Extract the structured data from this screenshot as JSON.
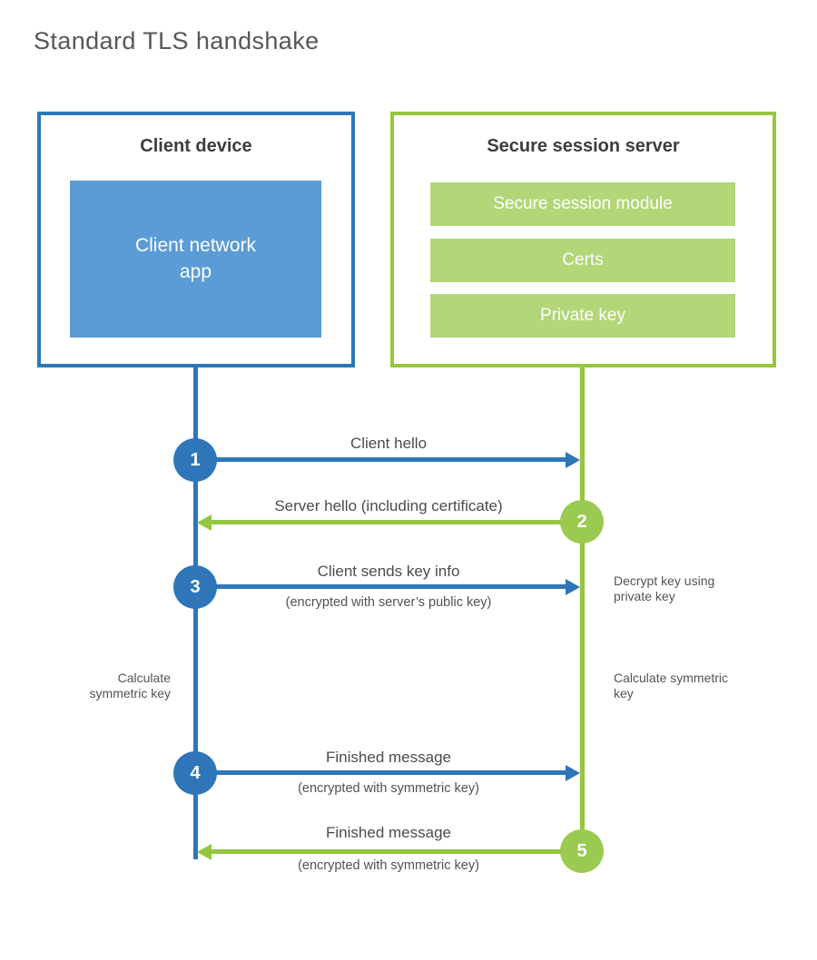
{
  "title": "Standard TLS handshake",
  "client": {
    "heading": "Client device",
    "app_label": "Client network app"
  },
  "server": {
    "heading": "Secure session server",
    "modules": [
      "Secure session module",
      "Certs",
      "Private key"
    ]
  },
  "steps": [
    {
      "num": "1",
      "label": "Client hello",
      "sub": ""
    },
    {
      "num": "2",
      "label": "Server hello (including certificate)",
      "sub": ""
    },
    {
      "num": "3",
      "label": "Client sends key info",
      "sub": "(encrypted with server’s public key)"
    },
    {
      "num": "4",
      "label": "Finished message",
      "sub": "(encrypted with symmetric key)"
    },
    {
      "num": "5",
      "label": "Finished message",
      "sub": "(encrypted with symmetric key)"
    }
  ],
  "notes": {
    "decrypt": "Decrypt key using private key",
    "calculate_left": "Calculate symmetric key",
    "calculate_right": "Calculate symmetric key"
  },
  "colors": {
    "blue": "#2e76b9",
    "blue_fill": "#5b9cd6",
    "green": "#95c63f",
    "green_fill": "#b2d678"
  }
}
